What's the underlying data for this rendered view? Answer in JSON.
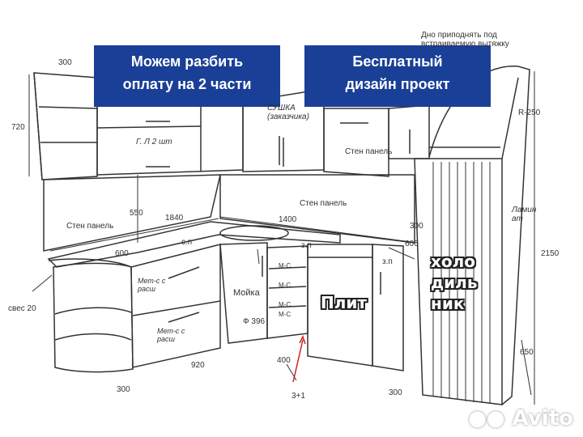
{
  "banners": {
    "left": [
      "Можем разбить",
      "оплату на 2 части"
    ],
    "right": [
      "Бесплатный",
      "дизайн проект"
    ]
  },
  "overlay": {
    "stove": "Плит",
    "fridge": [
      "холо",
      "диль",
      "ник"
    ],
    "watermark": "Avito"
  },
  "top_note": [
    "Дно приподнять под",
    "встраиваемую вытяжку"
  ],
  "labels": {
    "dim_300_top": "300",
    "dim_720": "720",
    "dim_550": "550",
    "dim_1840": "1840",
    "dim_1400": "1400",
    "dim_600_left": "600",
    "dim_600_mid": "600",
    "dim_920": "920",
    "dim_400": "400",
    "dim_300_bottom_left": "300",
    "dim_300_bottom_right": "300",
    "dim_300_right": "300",
    "dim_2150": "2150",
    "dim_650": "650",
    "r250": "R-250",
    "gl": "Г. Л 2 шт",
    "sushka": [
      "СУШКА",
      "(заказчика)"
    ],
    "sten_panel_left": "Стен панель",
    "sten_panel_right": "Стен панель",
    "sten_panel_mid": "Стен панель",
    "sp": "с.п",
    "zp1": "з.п",
    "zp2": "з.п",
    "moika": "Мойка",
    "f396": "Ф 396",
    "mc": [
      "М-С",
      "М-С",
      "М-С",
      "М-С"
    ],
    "met1": [
      "Мет-с с",
      "расш"
    ],
    "met2": [
      "Мет-с с",
      "расш"
    ],
    "sves": "свес 20",
    "lamin": [
      "Ламин",
      "ат"
    ],
    "three_plus_one": "3+1"
  },
  "colors": {
    "banner": "#1a3f97",
    "line": "#333333"
  }
}
